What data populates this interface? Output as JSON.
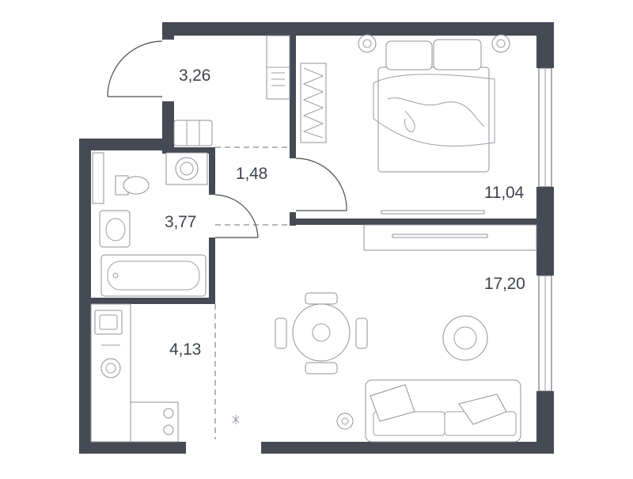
{
  "floor_plan": {
    "rooms": [
      {
        "id": "hall-entrance",
        "area": "3,26"
      },
      {
        "id": "corridor",
        "area": "1,48"
      },
      {
        "id": "bathroom",
        "area": "3,77"
      },
      {
        "id": "kitchen",
        "area": "4,13"
      },
      {
        "id": "bedroom",
        "area": "11,04"
      },
      {
        "id": "living-room",
        "area": "17,20"
      }
    ]
  },
  "colors": {
    "wall": "#454a54",
    "furniture_line": "#8e9299",
    "text": "#3f434d"
  }
}
